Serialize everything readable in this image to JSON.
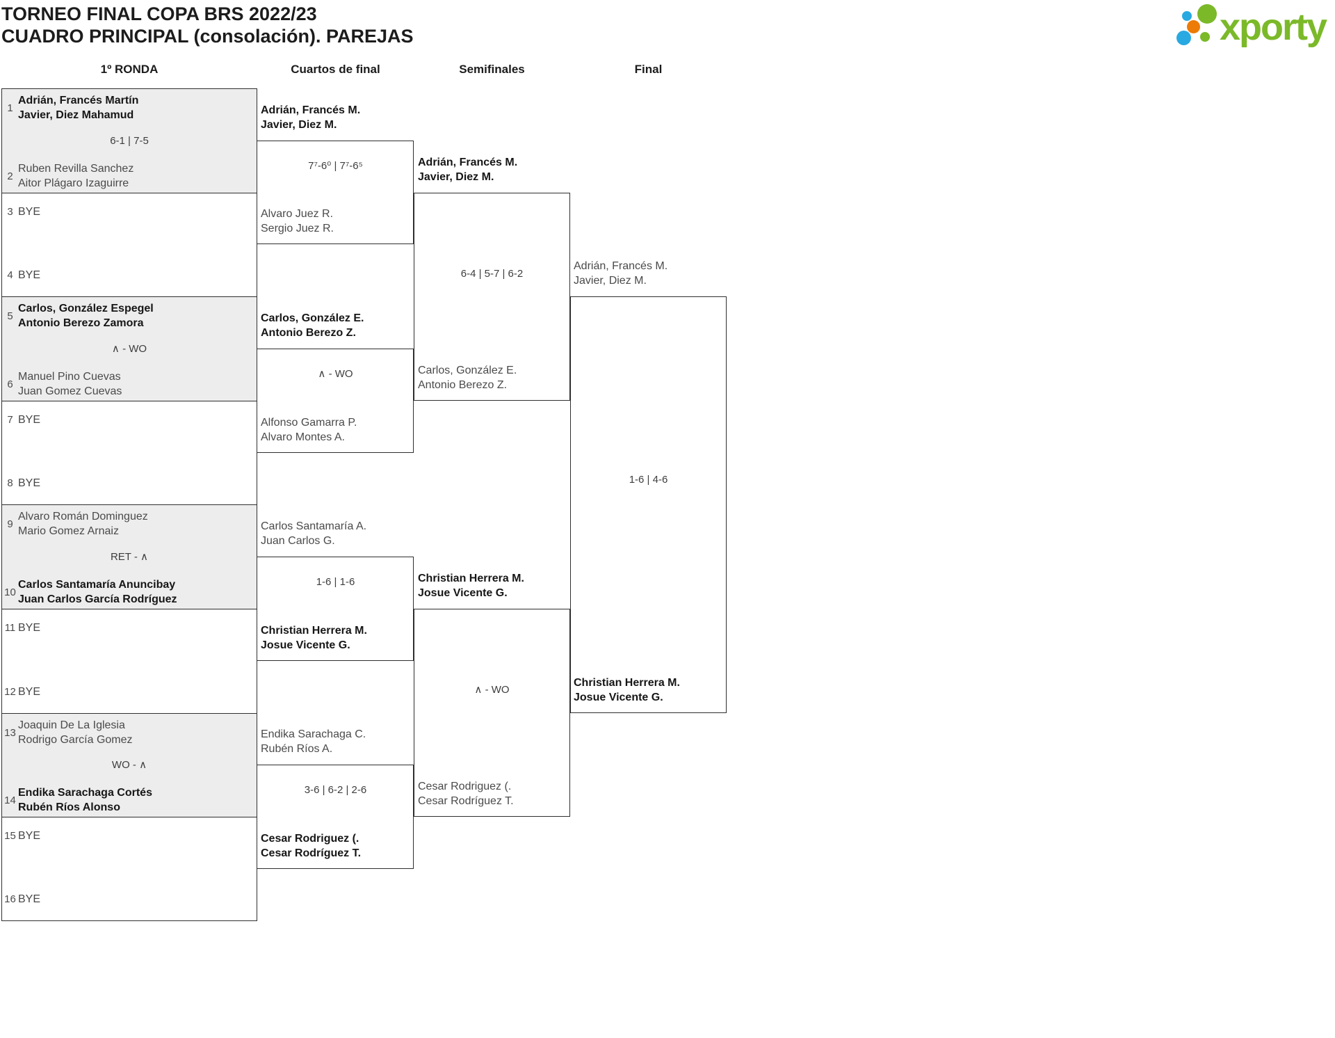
{
  "title": {
    "line1": "TORNEO FINAL COPA BRS 2022/23",
    "line2": "CUADRO PRINCIPAL (consolación). PAREJAS"
  },
  "logo": {
    "brand": "xporty",
    "green": "#7bb929",
    "blue": "#29a9e1",
    "orange": "#ec7b08"
  },
  "round_headers": {
    "r1": "1º RONDA",
    "qf": "Cuartos de final",
    "sf": "Semifinales",
    "f": "Final"
  },
  "first_round": {
    "m1": {
      "seed1": "1",
      "t1a": "Adrián, Francés Martín",
      "t1b": "Javier, Diez Mahamud",
      "score": "6-1 | 7-5",
      "seed2": "2",
      "t2a": "Ruben Revilla Sanchez",
      "t2b": "Aitor Plágaro Izaguirre"
    },
    "m2": {
      "seed1": "3",
      "bye1": "BYE",
      "seed2": "4",
      "bye2": "BYE"
    },
    "m3": {
      "seed1": "5",
      "t1a": "Carlos, González Espegel",
      "t1b": "Antonio Berezo Zamora",
      "score": "∧ - WO",
      "seed2": "6",
      "t2a": "Manuel Pino Cuevas",
      "t2b": "Juan Gomez Cuevas"
    },
    "m4": {
      "seed1": "7",
      "bye1": "BYE",
      "seed2": "8",
      "bye2": "BYE"
    },
    "m5": {
      "seed1": "9",
      "t1a": "Alvaro Román Dominguez",
      "t1b": "Mario Gomez Arnaiz",
      "score": "RET - ∧",
      "seed2": "10",
      "t2a": "Carlos Santamaría Anuncibay",
      "t2b": "Juan Carlos García Rodríguez"
    },
    "m6": {
      "seed1": "11",
      "bye1": "BYE",
      "seed2": "12",
      "bye2": "BYE"
    },
    "m7": {
      "seed1": "13",
      "t1a": "Joaquin De La Iglesia",
      "t1b": "Rodrigo García Gomez",
      "score": "WO - ∧",
      "seed2": "14",
      "t2a": "Endika Sarachaga Cortés",
      "t2b": "Rubén Ríos Alonso"
    },
    "m8": {
      "seed1": "15",
      "bye1": "BYE",
      "seed2": "16",
      "bye2": "BYE"
    }
  },
  "quarterfinals": {
    "m1": {
      "t1a": "Adrián, Francés M.",
      "t1b": "Javier, Diez M.",
      "score": "7⁷-6⁰ | 7⁷-6⁵",
      "t2a": "Alvaro Juez R.",
      "t2b": "Sergio Juez R."
    },
    "m2": {
      "t1a": "Carlos, González E.",
      "t1b": "Antonio Berezo Z.",
      "score": "∧ - WO",
      "t2a": "Alfonso Gamarra P.",
      "t2b": "Alvaro Montes A."
    },
    "m3": {
      "t1a": "Carlos Santamaría A.",
      "t1b": "Juan Carlos G.",
      "score": "1-6 | 1-6",
      "t2a": "Christian Herrera M.",
      "t2b": "Josue Vicente G."
    },
    "m4": {
      "t1a": "Endika Sarachaga C.",
      "t1b": "Rubén Ríos A.",
      "score": "3-6 | 6-2 | 2-6",
      "t2a": "Cesar Rodriguez (.",
      "t2b": "Cesar Rodríguez T."
    }
  },
  "semifinals": {
    "m1": {
      "t1a": "Adrián, Francés M.",
      "t1b": "Javier, Diez M.",
      "score": "6-4 | 5-7 | 6-2",
      "t2a": "Carlos, González E.",
      "t2b": "Antonio Berezo Z."
    },
    "m2": {
      "t1a": "Christian Herrera M.",
      "t1b": "Josue Vicente G.",
      "score": "∧ - WO",
      "t2a": "Cesar Rodriguez (.",
      "t2b": "Cesar Rodríguez T."
    }
  },
  "final": {
    "t1a": "Adrián, Francés M.",
    "t1b": "Javier, Diez M.",
    "score": "1-6 | 4-6",
    "t2a": "Christian Herrera M.",
    "t2b": "Josue Vicente G."
  }
}
